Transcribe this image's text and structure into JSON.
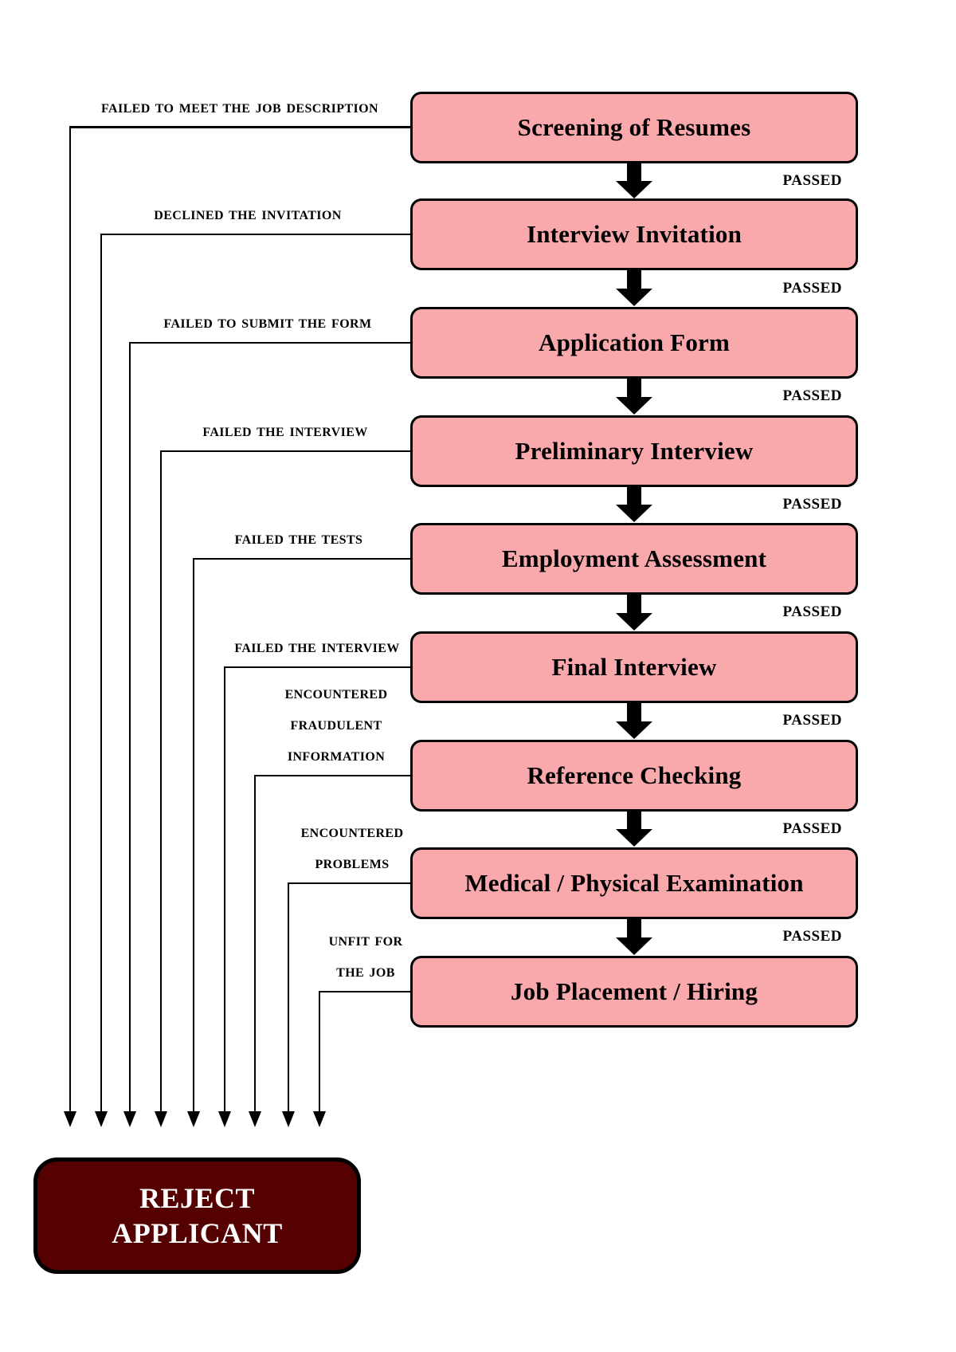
{
  "diagram": {
    "passed_label": "PASSED",
    "steps": [
      {
        "title": "Screening of Resumes",
        "fail_lines": [
          "FAILED TO MEET THE JOB DESCRIPTION"
        ]
      },
      {
        "title": "Interview Invitation",
        "fail_lines": [
          "DECLINED THE INVITATION"
        ]
      },
      {
        "title": "Application Form",
        "fail_lines": [
          "FAILED TO SUBMIT THE FORM"
        ]
      },
      {
        "title": "Preliminary Interview",
        "fail_lines": [
          "FAILED THE INTERVIEW"
        ]
      },
      {
        "title": "Employment Assessment",
        "fail_lines": [
          "FAILED THE TESTS"
        ]
      },
      {
        "title": "Final Interview",
        "fail_lines": [
          "FAILED THE INTERVIEW"
        ]
      },
      {
        "title": "Reference Checking",
        "fail_lines": [
          "ENCOUNTERED",
          "FRAUDULENT",
          "INFORMATION"
        ]
      },
      {
        "title": "Medical / Physical Examination",
        "fail_lines": [
          "ENCOUNTERED",
          "PROBLEMS"
        ]
      },
      {
        "title": "Job Placement / Hiring",
        "fail_lines": [
          "UNFIT FOR",
          "THE JOB"
        ]
      }
    ],
    "reject": {
      "line1": "REJECT",
      "line2": "APPLICANT"
    },
    "colors": {
      "step_fill": "#F9A8AC",
      "step_border": "#000000",
      "reject_fill": "#550101",
      "reject_text": "#FFFFFF",
      "connector": "#000000",
      "label_text": "#000000"
    }
  }
}
